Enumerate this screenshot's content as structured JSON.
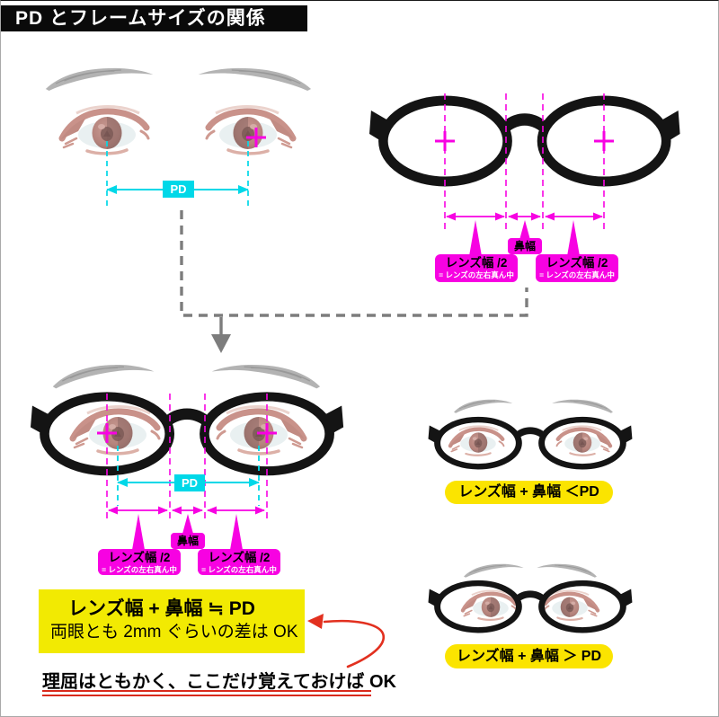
{
  "title": "PD とフレームサイズの関係",
  "measurement_labels": {
    "pd": "PD",
    "nose_width": "鼻幅",
    "lens_half": "レンズ幅 /2",
    "lens_half_note": "= レンズの左右真ん中"
  },
  "comparison_labels": {
    "less_than_pd": "レンズ幅 + 鼻幅 ＜PD",
    "greater_than_pd": "レンズ幅 + 鼻幅 ＞ PD"
  },
  "summary_box": {
    "formula": "レンズ幅 + 鼻幅 ≒ PD",
    "tolerance_note": "両眼とも 2mm ぐらいの差は OK"
  },
  "footer_note": "理屈はともかく、ここだけ覚えておけば OK",
  "colors": {
    "pd_cyan": "#00d8e8",
    "annotation_magenta": "#f702e2",
    "highlight_yellow": "#f2ea02",
    "pill_yellow": "#fbe400",
    "note_red": "#d92a1c",
    "title_bar_black": "#0a0a0a"
  }
}
